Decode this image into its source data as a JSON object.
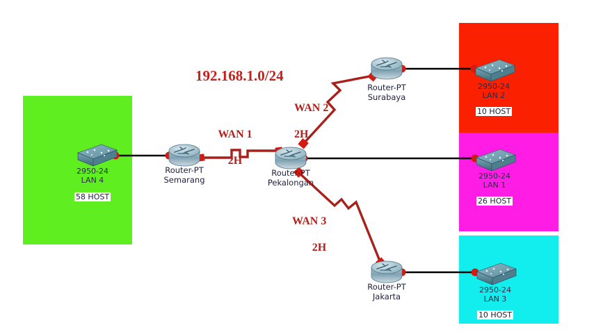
{
  "diagram": {
    "title_label": "192.168.1.0/24",
    "background": "#ffffff"
  },
  "colors": {
    "lan4_zone": "#5FEE20",
    "lan2_zone": "#FA2000",
    "lan1_zone": "#FF1CE5",
    "lan3_zone": "#12EDED",
    "serial_link": "#A8201A",
    "ethernet_link": "#000000",
    "link_dot": "#D41A12",
    "label_red": "#C4201C"
  },
  "lan_zones": [
    {
      "id": "lan4",
      "name": "LAN 4",
      "color": "#5FEE20",
      "switch_model": "2950-24",
      "switch_label": "LAN 4",
      "host_badge": "58 HOST"
    },
    {
      "id": "lan2",
      "name": "LAN 2",
      "color": "#FA2000",
      "switch_model": "2950-24",
      "switch_label": "LAN 2",
      "host_badge": "10 HOST"
    },
    {
      "id": "lan1",
      "name": "LAN 1",
      "color": "#FF1CE5",
      "switch_model": "2950-24",
      "switch_label": "LAN 1",
      "host_badge": "26 HOST"
    },
    {
      "id": "lan3",
      "name": "LAN 3",
      "color": "#12EDED",
      "switch_model": "2950-24",
      "switch_label": "LAN 3",
      "host_badge": "10 HOST"
    }
  ],
  "routers": [
    {
      "id": "semarang",
      "model": "Router-PT",
      "name": "Semarang"
    },
    {
      "id": "pekalongan",
      "model": "Router-PT",
      "name": "Pekalongan"
    },
    {
      "id": "surabaya",
      "model": "Router-PT",
      "name": "Surabaya"
    },
    {
      "id": "jakarta",
      "model": "Router-PT",
      "name": "Jakarta"
    }
  ],
  "wan_links": [
    {
      "id": "wan1",
      "label": "WAN 1",
      "hosts": "2H",
      "from": "semarang",
      "to": "pekalongan"
    },
    {
      "id": "wan2",
      "label": "WAN 2",
      "hosts": "2H",
      "from": "pekalongan",
      "to": "surabaya"
    },
    {
      "id": "wan3",
      "label": "WAN 3",
      "hosts": "2H",
      "from": "pekalongan",
      "to": "jakarta"
    }
  ],
  "icons": {
    "switch": "switch-2950-icon",
    "router": "router-pt-icon"
  }
}
